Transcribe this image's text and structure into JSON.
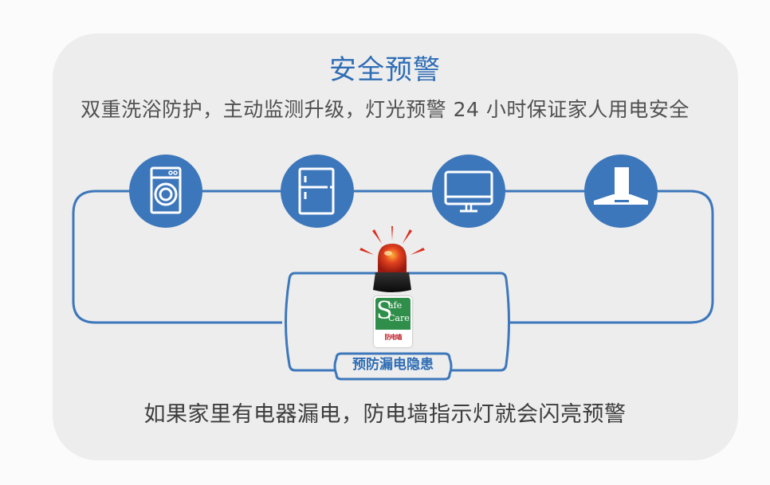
{
  "title": "安全预警",
  "subtitle": "双重洗浴防护，主动监测升级，灯光预警 24 小时保证家人用电安全",
  "diagram": {
    "appliances": [
      {
        "name": "washing-machine",
        "icon": "washing-machine-icon"
      },
      {
        "name": "refrigerator",
        "icon": "refrigerator-icon"
      },
      {
        "name": "monitor",
        "icon": "monitor-icon"
      },
      {
        "name": "range-hood",
        "icon": "range-hood-icon"
      }
    ],
    "center_label": "预防漏电隐患",
    "logo": {
      "initial": "S",
      "line1": "afe",
      "line2": "Care",
      "chinese": "防电墙"
    },
    "colors": {
      "line": "#3d77bb",
      "circle": "#3d77bb",
      "beacon": "#d9301f",
      "logo_green": "#2f8f4a"
    }
  },
  "footer_text": "如果家里有电器漏电，防电墙指示灯就会闪亮预警"
}
